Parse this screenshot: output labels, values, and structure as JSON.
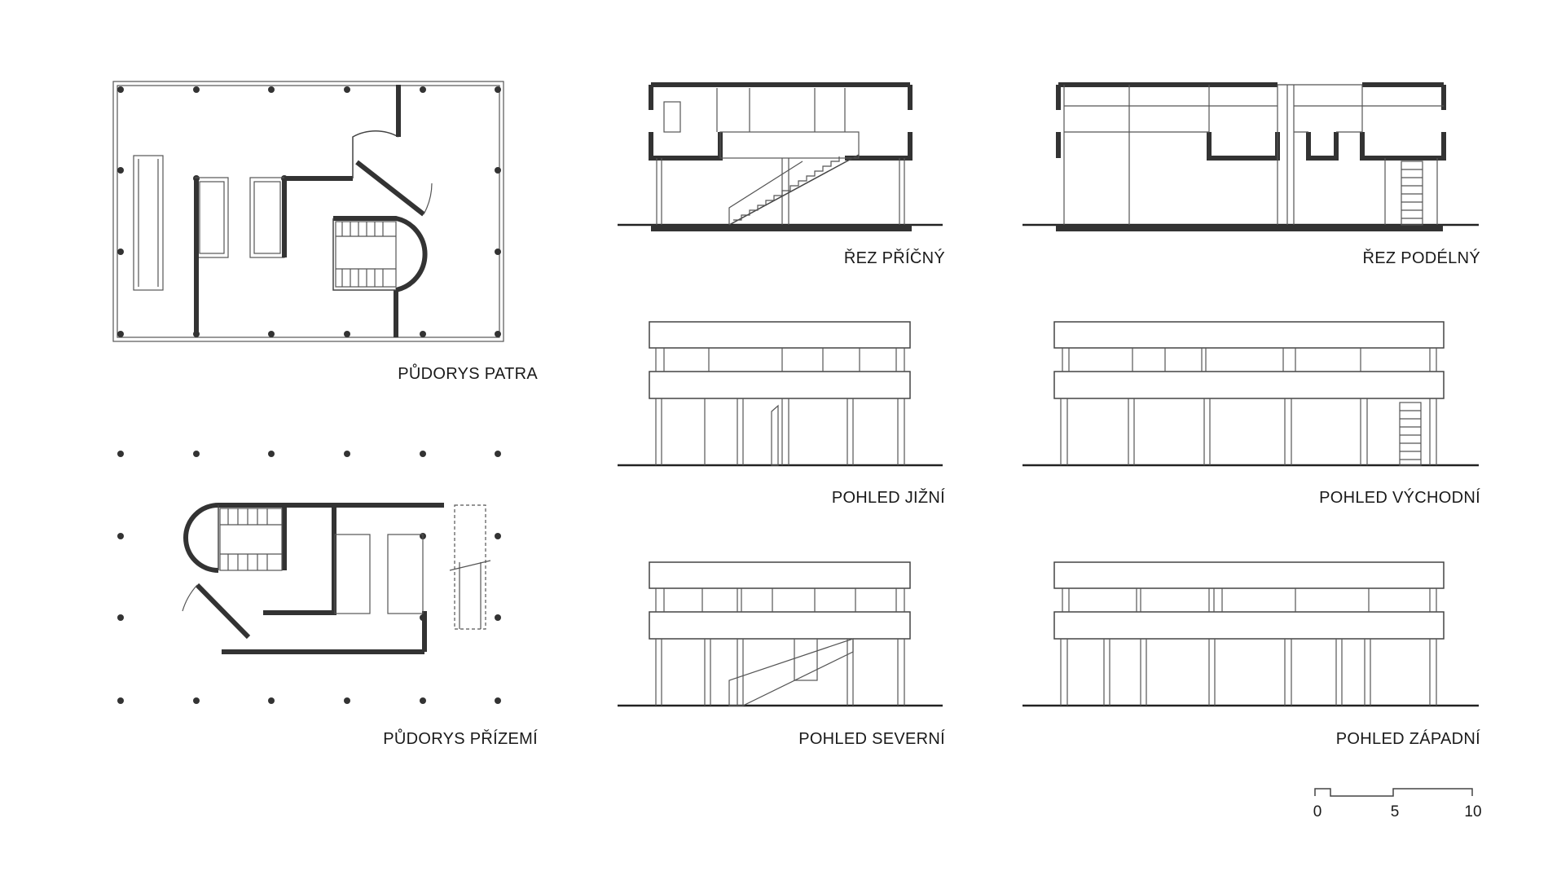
{
  "drawings": {
    "plan_upper": {
      "label": "PŮDORYS PATRA"
    },
    "plan_ground": {
      "label": "PŮDORYS PŘÍZEMÍ"
    },
    "section_cross": {
      "label": "ŘEZ PŘÍČNÝ"
    },
    "section_long": {
      "label": "ŘEZ PODÉLNÝ"
    },
    "elev_south": {
      "label": "POHLED JIŽNÍ"
    },
    "elev_east": {
      "label": "POHLED VÝCHODNÍ"
    },
    "elev_north": {
      "label": "POHLED SEVERNÍ"
    },
    "elev_west": {
      "label": "POHLED ZÁPADNÍ"
    }
  },
  "scale_bar": {
    "tick_0": "0",
    "tick_5": "5",
    "tick_10": "10"
  }
}
